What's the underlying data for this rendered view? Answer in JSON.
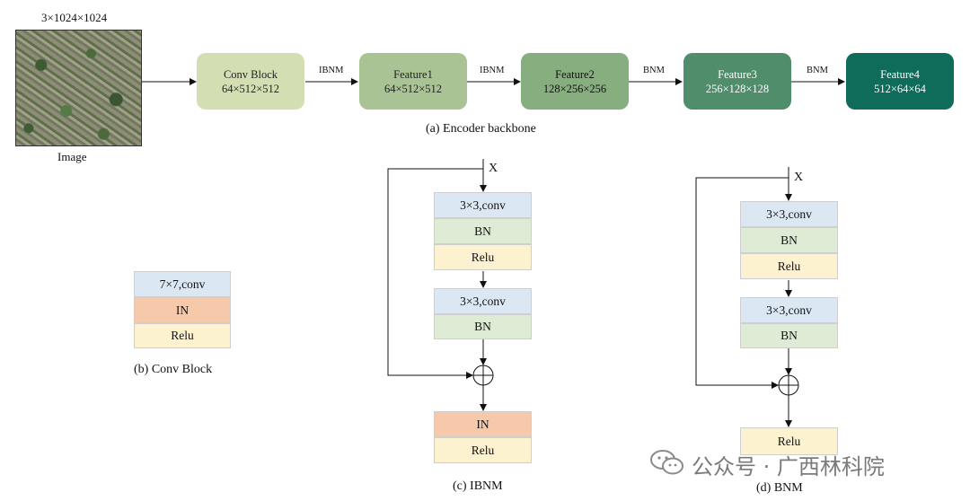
{
  "encoder": {
    "input_size": "3×1024×1024",
    "image_label": "Image",
    "caption": "(a) Encoder backbone",
    "blocks": [
      {
        "name": "Conv Block",
        "size": "64×512×512",
        "color": "#d3deb3"
      },
      {
        "name": "Feature1",
        "size": "64×512×512",
        "color": "#aac394"
      },
      {
        "name": "Feature2",
        "size": "128×256×256",
        "color": "#86ae7e"
      },
      {
        "name": "Feature3",
        "size": "256×128×128",
        "color": "#4f8d6b"
      },
      {
        "name": "Feature4",
        "size": "512×64×64",
        "color": "#0f6b5a"
      }
    ],
    "edges": [
      "IBNM",
      "IBNM",
      "BNM",
      "BNM"
    ]
  },
  "conv_block": {
    "caption": "(b) Conv Block",
    "layers": [
      "7×7,conv",
      "IN",
      "Relu"
    ]
  },
  "ibnm": {
    "caption": "(c) IBNM",
    "input_label": "X",
    "stage1": [
      "3×3,conv",
      "BN",
      "Relu"
    ],
    "stage2": [
      "3×3,conv",
      "BN"
    ],
    "sum_symbol": "+",
    "stage3": [
      "IN",
      "Relu"
    ]
  },
  "bnm": {
    "caption": "(d) BNM",
    "input_label": "X",
    "stage1": [
      "3×3,conv",
      "BN",
      "Relu"
    ],
    "stage2": [
      "3×3,conv",
      "BN"
    ],
    "sum_symbol": "+",
    "stage3": [
      "Relu"
    ]
  },
  "watermark": {
    "icon": "wechat-icon",
    "text": "公众号 · 广西林科院"
  }
}
